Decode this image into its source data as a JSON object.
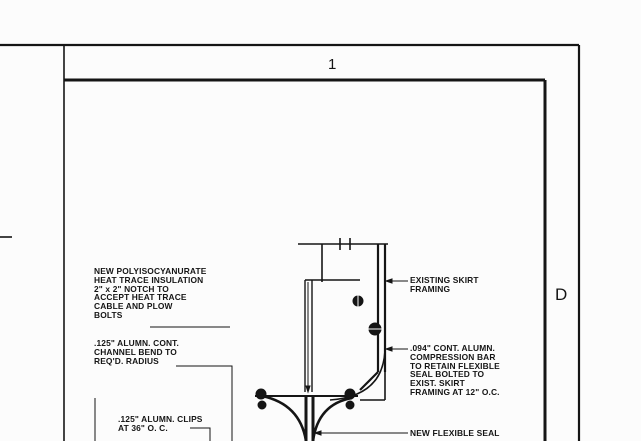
{
  "sheet": {
    "column_number": "1",
    "row_letter": "D"
  },
  "annotations": {
    "insulation": "NEW POLYISOCYANURATE\nHEAT TRACE INSULATION\n2\" x 2\" NOTCH TO\nACCEPT HEAT TRACE\nCABLE AND PLOW\nBOLTS",
    "channel": ".125\" ALUMN. CONT.\nCHANNEL BEND TO\nREQ'D. RADIUS",
    "clips": ".125\" ALUMN. CLIPS\nAT 36\" O. C.",
    "existing_framing": "EXISTING SKIRT\nFRAMING",
    "compression_bar": ".094\" CONT. ALUMN.\nCOMPRESSION BAR\nTO RETAIN FLEXIBLE\nSEAL BOLTED TO\nEXIST. SKIRT\nFRAMING AT 12\" O.C.",
    "flexible_seal": "NEW FLEXIBLE SEAL"
  },
  "colors": {
    "ink": "#151515",
    "paper": "#fcfcfc"
  }
}
